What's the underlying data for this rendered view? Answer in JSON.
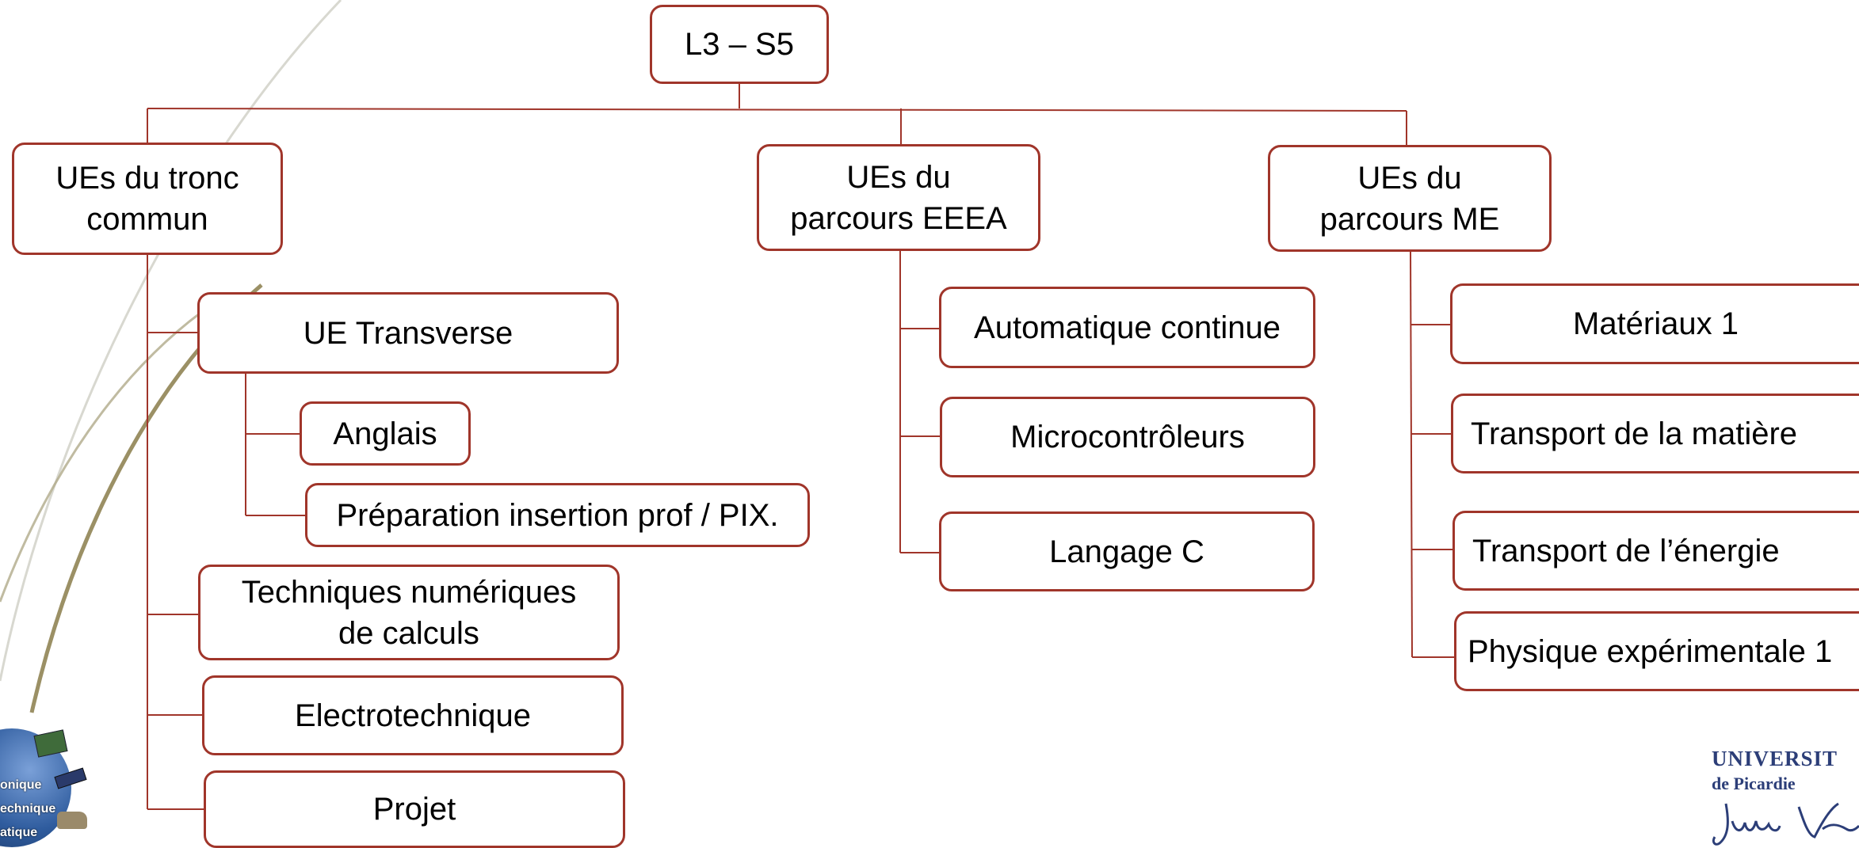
{
  "colors": {
    "border": "#a0352a",
    "connector": "#a0352a",
    "text": "#000000",
    "background": "#ffffff",
    "decor_swoosh": "#7a6a3a",
    "university_blue": "#2c3e78"
  },
  "diagram": {
    "root": {
      "label": "L3 – S5"
    },
    "branches": [
      {
        "label": "UEs du tronc\ncommun",
        "children": [
          {
            "label": "UE Transverse",
            "children": [
              {
                "label": "Anglais"
              },
              {
                "label": "Préparation insertion prof / PIX."
              }
            ]
          },
          {
            "label": "Techniques numériques\nde calculs"
          },
          {
            "label": "Electrotechnique"
          },
          {
            "label": "Projet"
          }
        ]
      },
      {
        "label": "UEs du\nparcours EEEA",
        "children": [
          {
            "label": "Automatique continue"
          },
          {
            "label": "Microcontrôleurs"
          },
          {
            "label": "Langage C"
          }
        ]
      },
      {
        "label": "UEs du\nparcours ME",
        "children": [
          {
            "label": "Matériaux 1"
          },
          {
            "label": "Transport de la matière"
          },
          {
            "label": "Transport de l’énergie"
          },
          {
            "label": "Physique expérimentale 1"
          }
        ]
      }
    ]
  },
  "logos": {
    "left": {
      "name": "department-logo",
      "visible_text": [
        "onique",
        "echnique",
        "atique"
      ]
    },
    "right": {
      "name": "university-logo",
      "visible_text": [
        "UNIVERSIT",
        "de Picardie",
        "Jules Vern"
      ]
    }
  }
}
